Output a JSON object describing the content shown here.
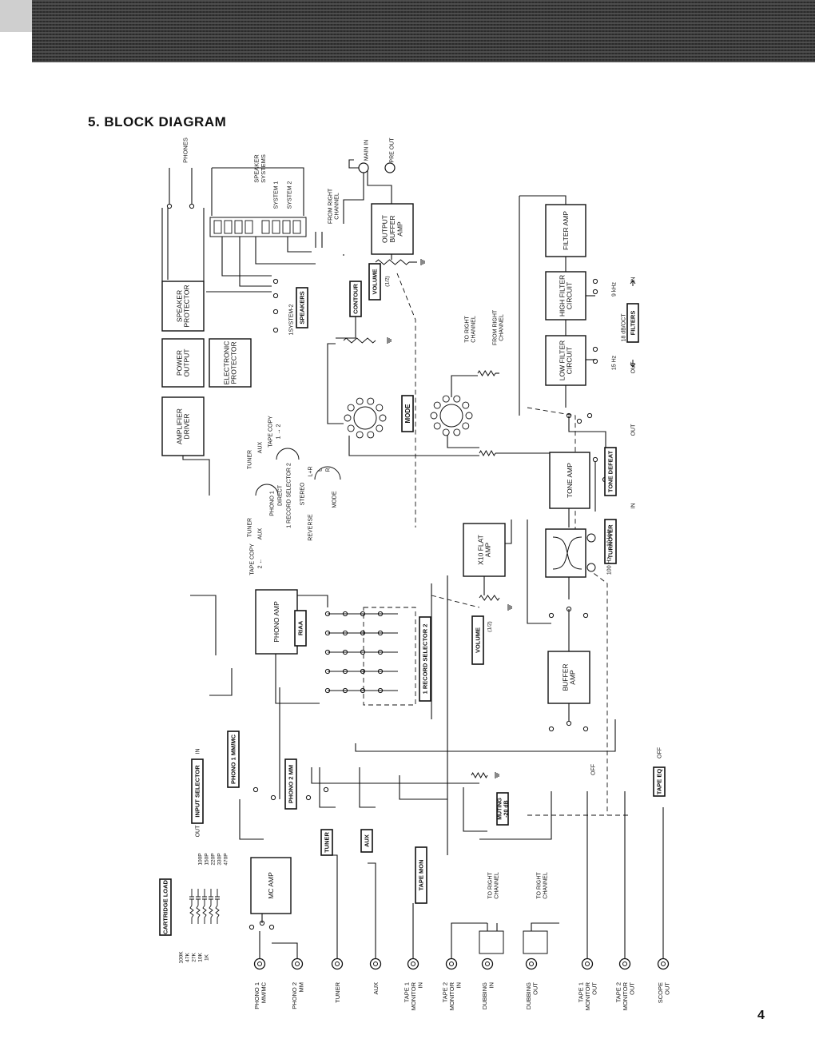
{
  "title": "5. BLOCK DIAGRAM",
  "page_number": "4",
  "blocks": {
    "amplifier_driver": [
      "AMPLIFIER",
      "DRIVER"
    ],
    "power_output": [
      "POWER",
      "OUTPUT"
    ],
    "speaker_protector": [
      "SPEAKER",
      "PROTECTOR"
    ],
    "electronic_protector": [
      "ELECTRONIC",
      "PROTECTOR"
    ],
    "output_buffer_amp": [
      "OUTPUT",
      "BUFFER",
      "AMP"
    ],
    "filter_amp": "FILTER AMP",
    "high_filter": [
      "HIGH FILTER",
      "CIRCUIT"
    ],
    "low_filter": [
      "LOW FILTER",
      "CIRCUIT"
    ],
    "tone_amp": "TONE AMP",
    "x10_flat_amp": [
      "X10 FLAT",
      "AMP"
    ],
    "buffer_amp": [
      "BUFFER",
      "AMP"
    ],
    "phono_amp": "PHONO AMP",
    "mc_amp": "MC AMP"
  },
  "labels": {
    "phones": "PHONES",
    "speaker_systems": [
      "SPEAKER",
      "SYSTEMS"
    ],
    "system1": "SYSTEM 1",
    "system2": "SYSTEM 2",
    "from_right_channel": [
      "FROM RIGHT",
      "CHANNEL"
    ],
    "to_right_channel": [
      "TO RIGHT",
      "CHANNEL"
    ],
    "main_in": "MAIN IN",
    "pre_out": "PRE OUT",
    "volume": "VOLUME",
    "volume_half": "(1/2)",
    "contour": "CONTOUR",
    "speakers": "SPEAKERS",
    "speakers_sel": "1SYSTEM-2",
    "mode": "MODE",
    "filters": "FILTERS",
    "filter_slope": "18 dB/OCT",
    "out": "OUT",
    "in": "IN",
    "hz15": "15 Hz",
    "khz9": "9 kHz",
    "tone_defeat": "TONE DEFEAT",
    "turnover": "TURNOVER",
    "hz100": "100 Hz",
    "khz10": "10 kHz",
    "riaa": "RIAA",
    "record_selector_2": "1 RECORD SELECTOR 2",
    "input_selector": "INPUT SELECTOR",
    "phono1_mm_mc": "PHONO 1 MM/MC",
    "phono2_mm": "PHONO 2 MM",
    "tuner": "TUNER",
    "aux": "AUX",
    "tape_mon": "TAPE MON",
    "muting": [
      "MUTING",
      "-20 dB"
    ],
    "tape_eq": "TAPE EQ",
    "off": "OFF",
    "cartridge_load": "CARTRIDGE LOAD",
    "tape_copy": "TAPE COPY",
    "phono1": "PHONO 1",
    "direct": "DIRECT",
    "record_selector_1": "1 RECORD SELECTOR 2",
    "stereo": "STEREO",
    "reverse": "REVERSE",
    "lr": "L+R",
    "l": "L",
    "r": "R",
    "tape_copy_12": "1 → 2",
    "tape_copy_21": "2 ←"
  },
  "cap_values": [
    "100P",
    "150P",
    "220P",
    "330P",
    "470P"
  ],
  "res_values": [
    "100K",
    "47K",
    "27K",
    "10K",
    "1K"
  ],
  "jacks": [
    [
      "PHONO 1",
      "MM/MC"
    ],
    [
      "PHONO 2",
      "MM"
    ],
    [
      "TUNER"
    ],
    [
      "AUX"
    ],
    [
      "TAPE 1",
      "MONITOR",
      "IN"
    ],
    [
      "TAPE 2",
      "MONITOR",
      "IN"
    ],
    [
      "DUBBING",
      "IN"
    ],
    [
      "DUBBING",
      "OUT"
    ],
    [
      "TAPE 1",
      "MONITOR",
      "OUT"
    ],
    [
      "TAPE 2",
      "MONITOR",
      "OUT"
    ],
    [
      "SCOPE",
      "OUT"
    ]
  ]
}
